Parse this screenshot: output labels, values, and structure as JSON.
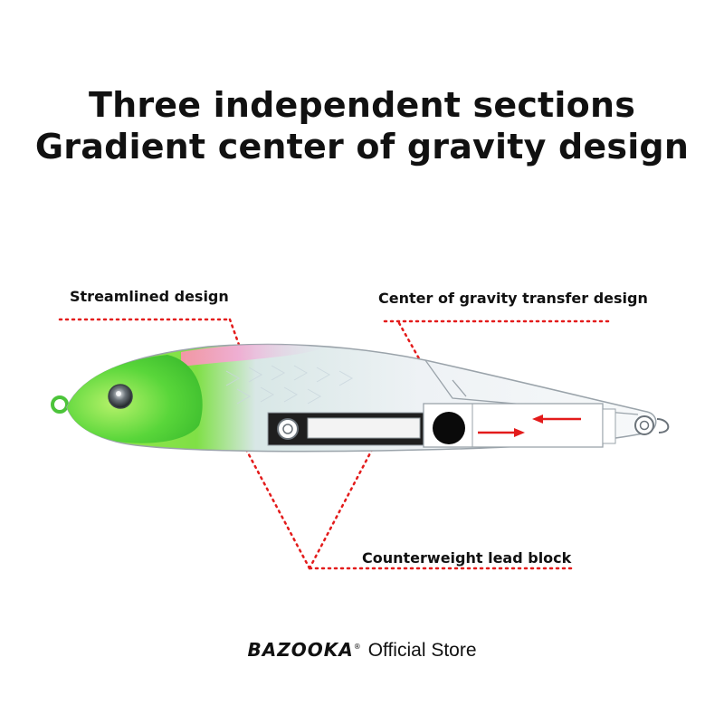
{
  "headline": {
    "line1": "Three independent sections",
    "line2": "Gradient center of gravity design"
  },
  "callouts": {
    "streamlined": "Streamlined design",
    "center_of_gravity": "Center of gravity transfer design",
    "counterweight": "Counterweight lead block"
  },
  "footer": {
    "brand": "BAZOOKA",
    "registered": "®",
    "store": "Official Store"
  },
  "colors": {
    "accent_red": "#e31b1b",
    "lure_head_green": "#7be03a",
    "lure_top_pink": "#f39ad0",
    "text": "#111111"
  },
  "icons": {
    "lure": "fishing-lure-illustration",
    "arrow_right": "red-arrow-right",
    "arrow_left": "red-arrow-left"
  }
}
